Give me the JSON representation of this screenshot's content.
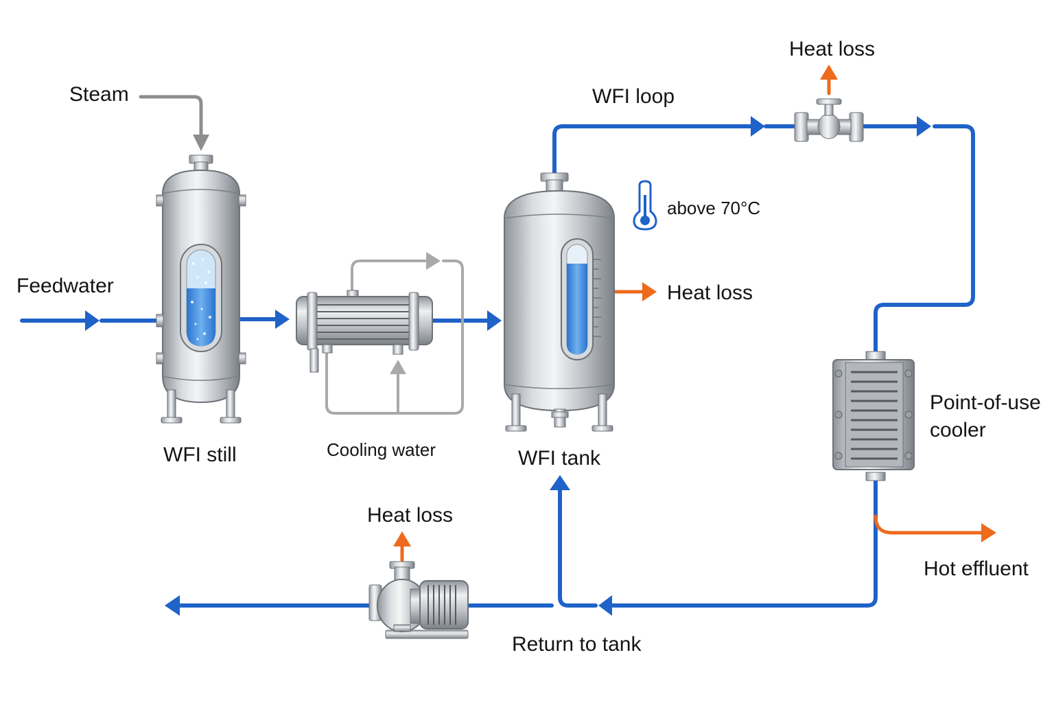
{
  "colors": {
    "water_line": "#1f62c8",
    "heat_arrow": "#ee6a1c",
    "steam_line": "#8e8e8e",
    "cooling_line": "#a9a9a9",
    "vessel_steel": "#c9ccd0",
    "liquid": "#3f8fe0",
    "background": "#ffffff"
  },
  "labels": {
    "steam": "Steam",
    "feedwater": "Feedwater",
    "wfi_still": "WFI still",
    "cooling_water": "Cooling water",
    "wfi_tank": "WFI tank",
    "wfi_loop": "WFI loop",
    "heat_loss_valve": "Heat loss",
    "tank_temperature": "above 70°C",
    "heat_loss_tank": "Heat loss",
    "point_of_use_cooler": [
      "Point-of-use",
      "cooler"
    ],
    "hot_effluent": "Hot effluent",
    "heat_loss_pump": "Heat loss",
    "return_to_tank": "Return to tank"
  },
  "icons": {
    "thermometer": "thermometer-icon",
    "flow_arrow": "arrow-head-icon",
    "heat_arrow": "heat-arrow-icon"
  }
}
